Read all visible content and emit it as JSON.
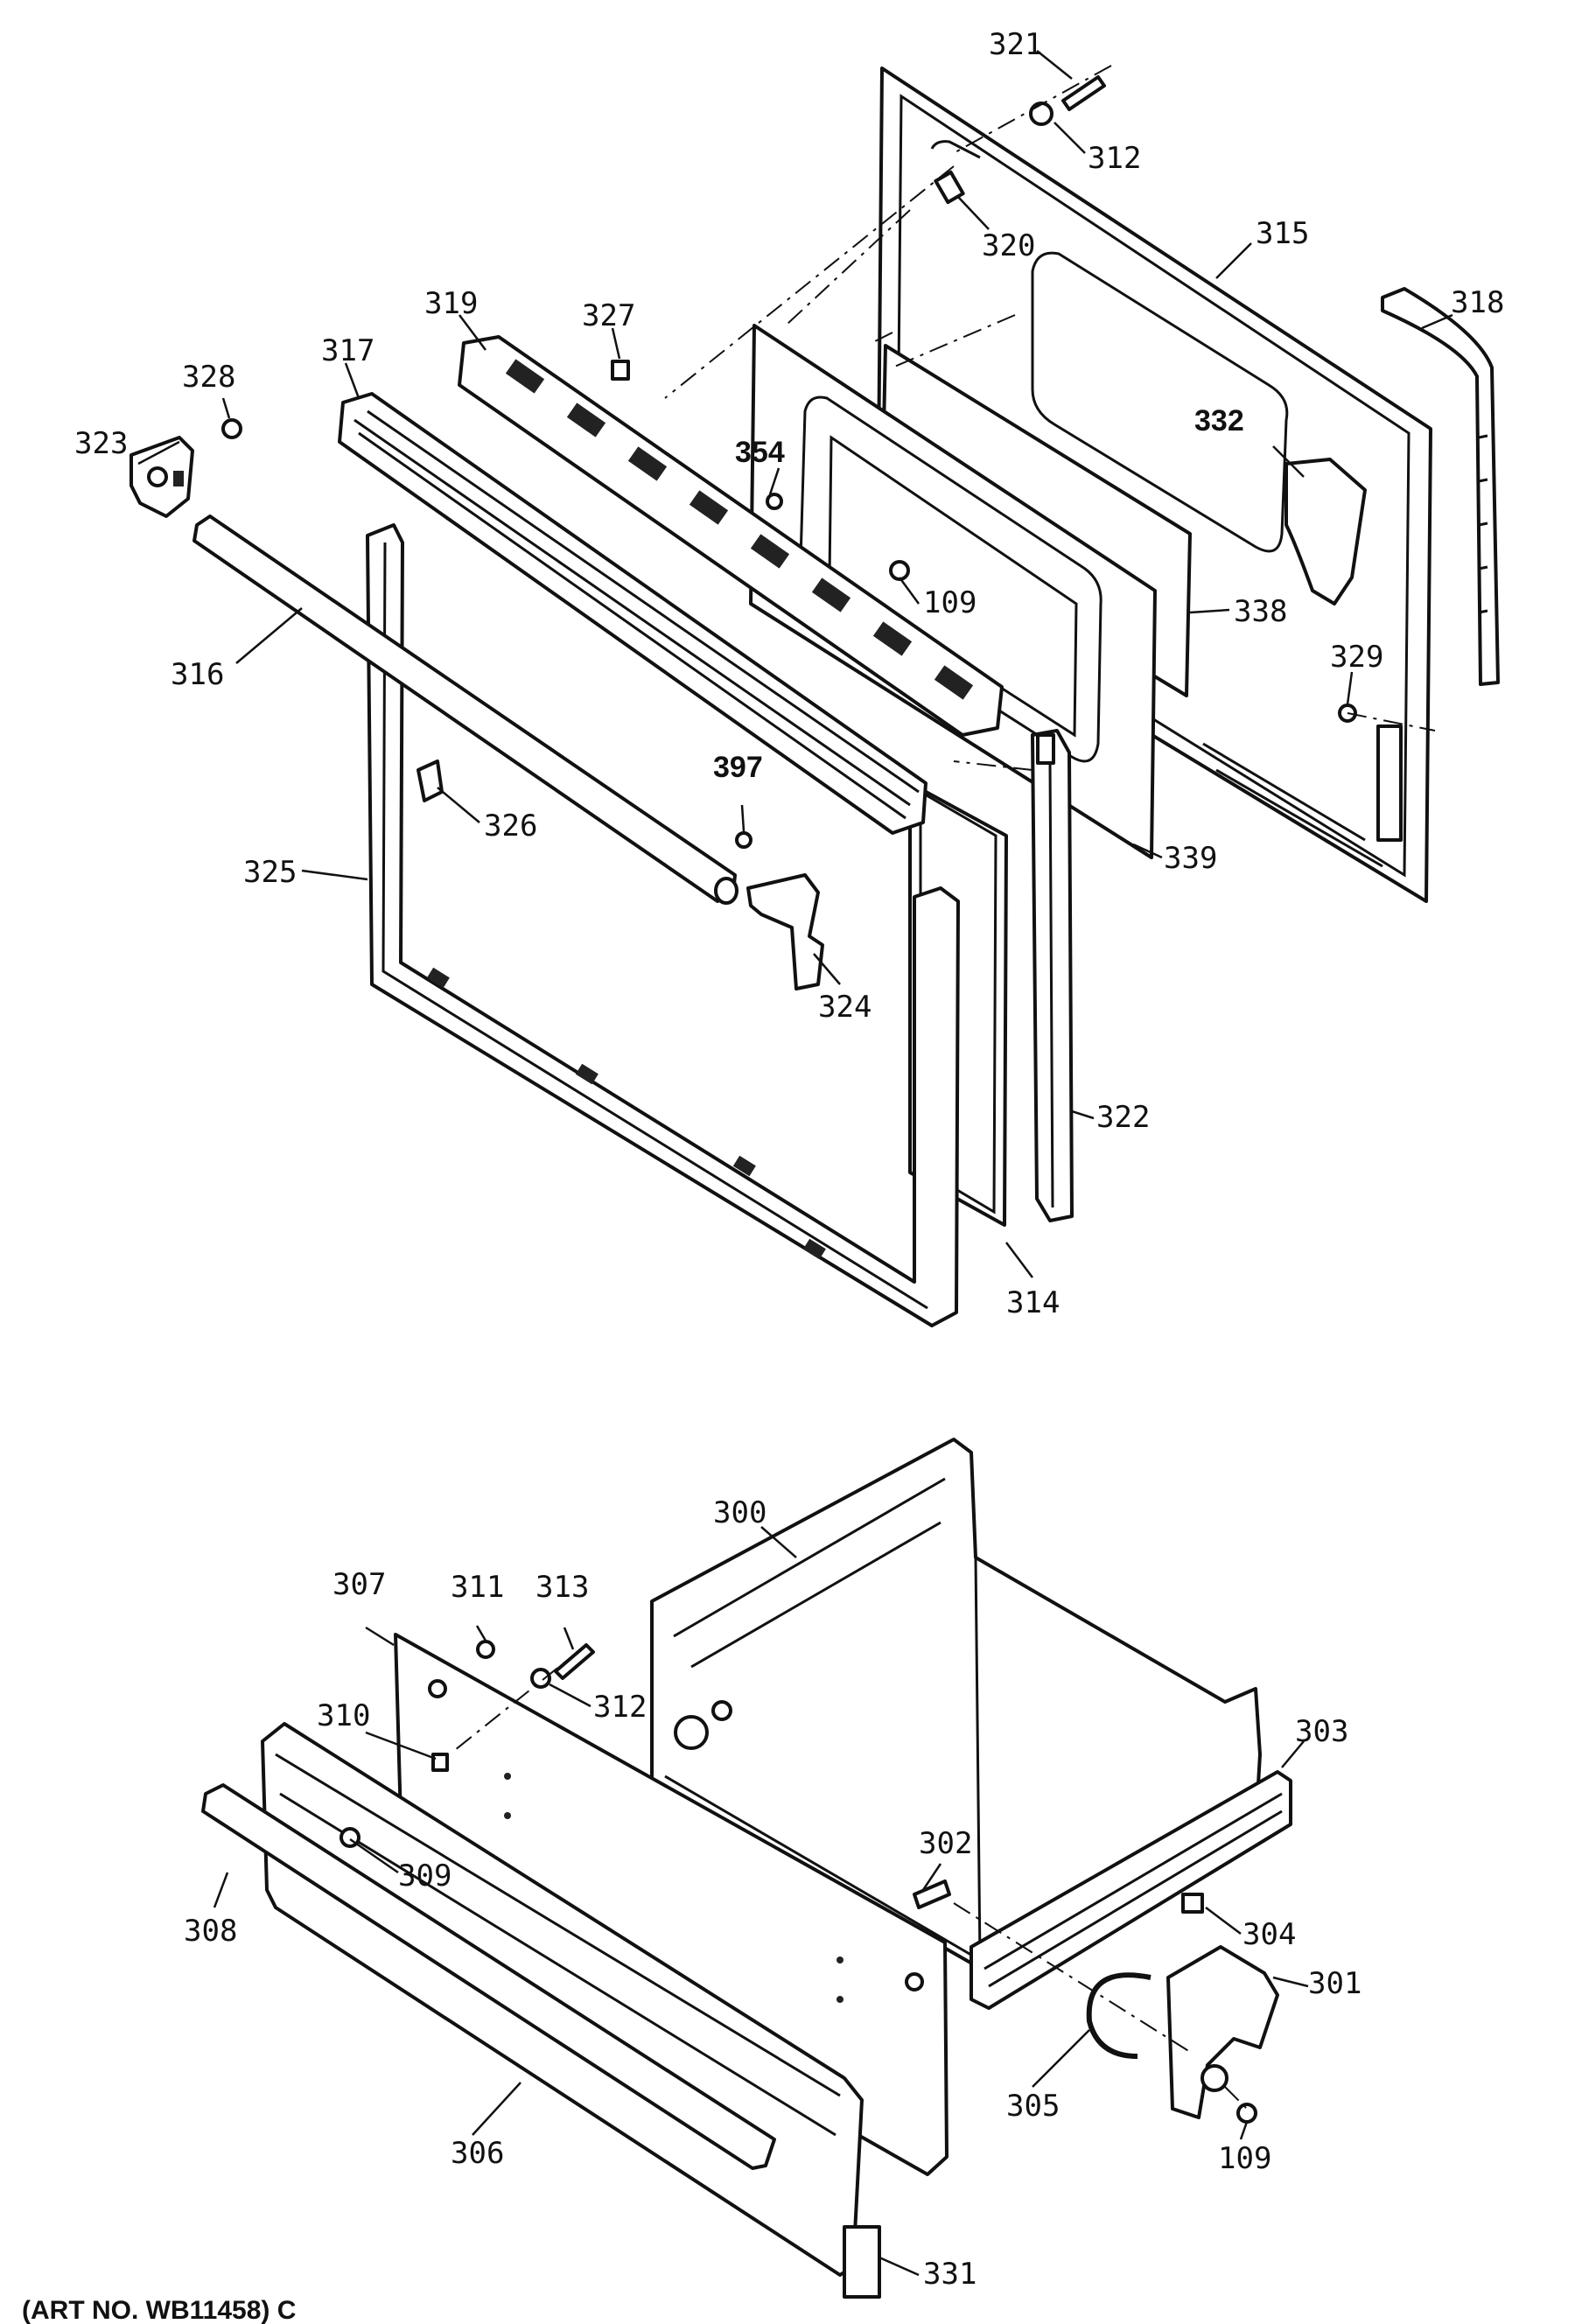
{
  "diagram": {
    "caption": "(ART NO. WB11458) C",
    "labels": {
      "l321": "321",
      "l312a": "312",
      "l320": "320",
      "l315": "315",
      "l318": "318",
      "l319": "319",
      "l327": "327",
      "l317": "317",
      "l328": "328",
      "l323": "323",
      "l354": "354",
      "l332": "332",
      "l109a": "109",
      "l338": "338",
      "l316": "316",
      "l329": "329",
      "l397": "397",
      "l326": "326",
      "l325": "325",
      "l339": "339",
      "l324": "324",
      "l322": "322",
      "l314": "314",
      "l300": "300",
      "l307": "307",
      "l311": "311",
      "l313": "313",
      "l312b": "312",
      "l310": "310",
      "l303": "303",
      "l309": "309",
      "l308": "308",
      "l302": "302",
      "l304": "304",
      "l301": "301",
      "l305": "305",
      "l306": "306",
      "l109b": "109",
      "l331": "331"
    }
  }
}
